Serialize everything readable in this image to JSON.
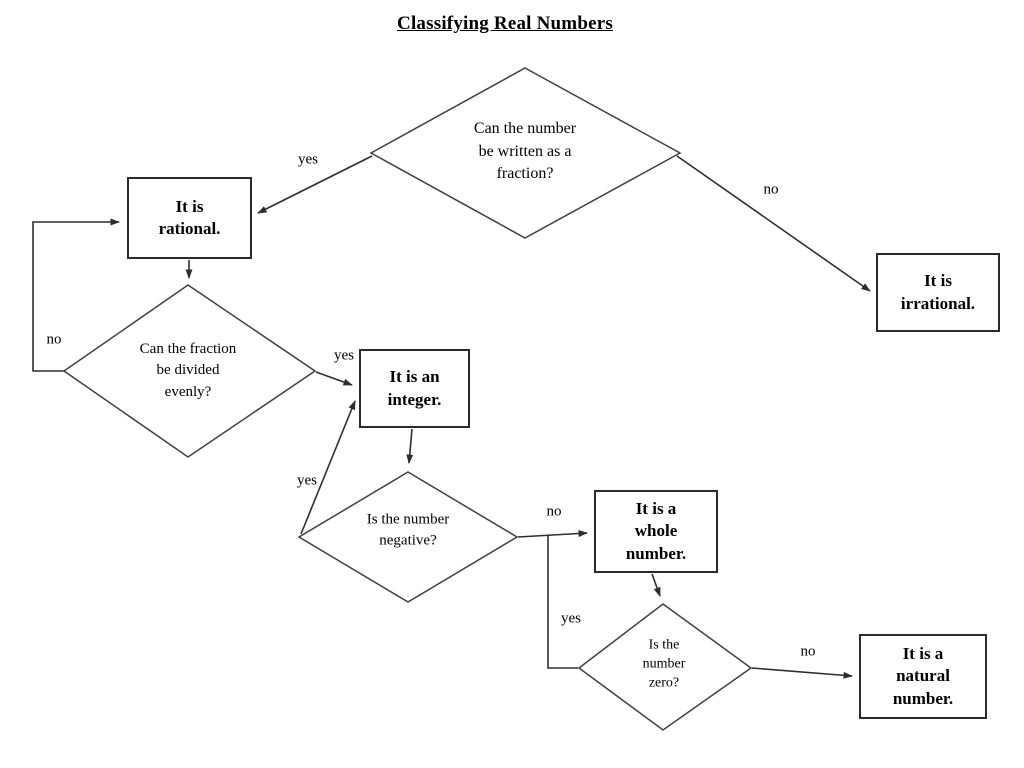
{
  "title": "Classifying Real Numbers",
  "colors": {
    "background": "#ffffff",
    "line": "#2e2e2e",
    "box_border": "#2b2b2b",
    "text": "#000000"
  },
  "boxes": {
    "rational": {
      "lines": [
        "It is",
        "rational."
      ]
    },
    "irrational": {
      "lines": [
        "It is",
        "irrational."
      ]
    },
    "integer": {
      "lines": [
        "It is an",
        "integer."
      ]
    },
    "whole": {
      "lines": [
        "It is a",
        "whole",
        "number."
      ]
    },
    "natural": {
      "lines": [
        "It is a",
        "natural",
        "number."
      ]
    }
  },
  "decisions": {
    "fraction": {
      "lines": [
        "Can the number",
        "be written as a",
        "fraction?"
      ]
    },
    "evenly": {
      "lines": [
        "Can the fraction",
        "be divided",
        "evenly?"
      ]
    },
    "negative": {
      "lines": [
        "Is the number",
        "negative?"
      ]
    },
    "zero": {
      "lines": [
        "Is the",
        "number",
        "zero?"
      ]
    }
  },
  "edge_labels": {
    "fraction_yes": "yes",
    "fraction_no": "no",
    "evenly_yes": "yes",
    "evenly_no": "no",
    "negative_yes": "yes",
    "negative_no": "no",
    "zero_yes": "yes",
    "zero_no": "no"
  }
}
